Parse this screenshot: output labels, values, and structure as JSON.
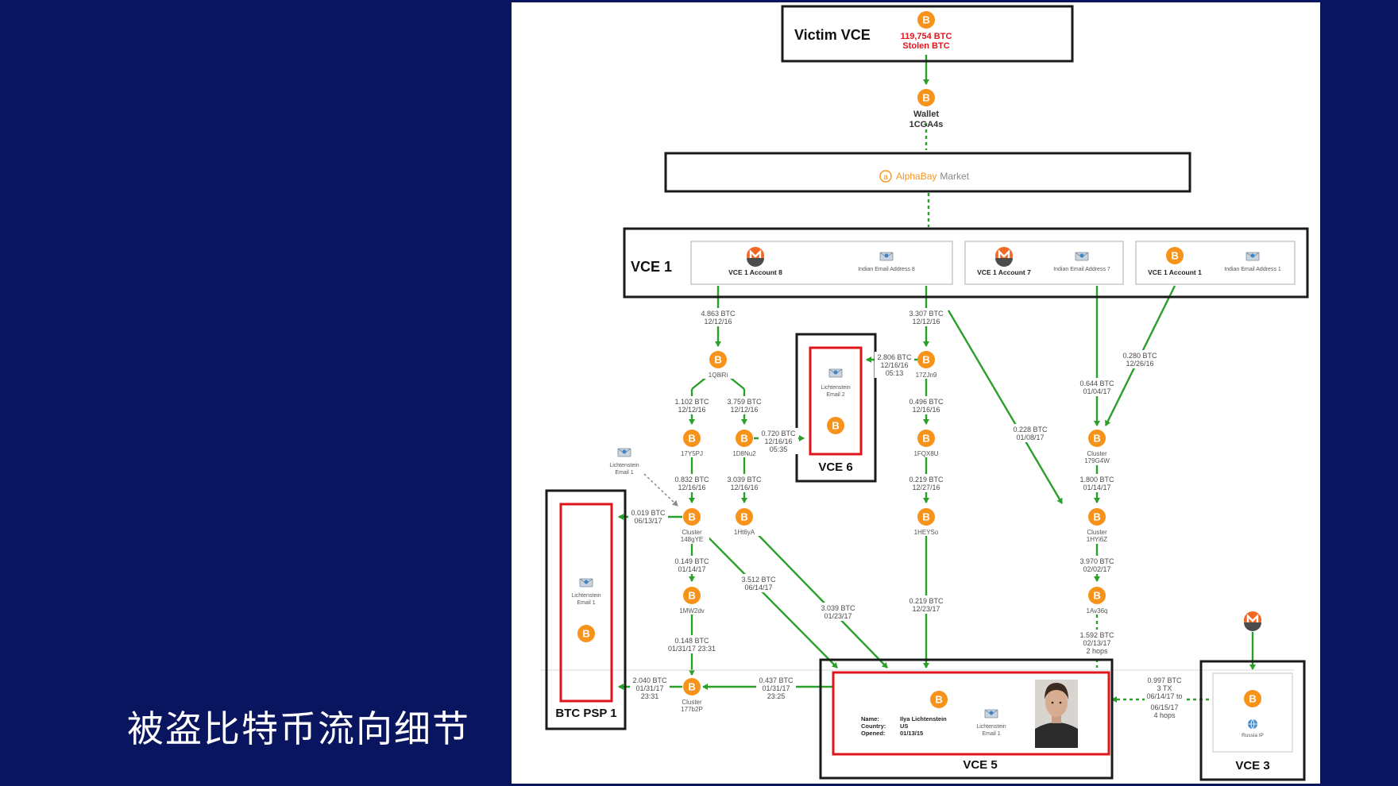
{
  "slide": {
    "caption": "被盗比特币流向细节",
    "background": "#0a1560"
  },
  "diagram": {
    "victim": {
      "title": "Victim VCE",
      "amount": "119,754 BTC",
      "sub": "Stolen BTC"
    },
    "wallet": {
      "label": "Wallet",
      "id": "1CGA4s"
    },
    "market": {
      "name": "AlphaBay",
      "suffix": "Market"
    },
    "vce1": {
      "title": "VCE 1",
      "accounts": [
        {
          "name": "VCE 1 Account 8",
          "email": "Indian Email Address 8"
        },
        {
          "name": "VCE 1 Account 7",
          "email": "Indian Email Address 7"
        },
        {
          "name": "VCE 1 Account 1",
          "email": "Indian Email Address 1"
        }
      ]
    },
    "vce6": {
      "title": "VCE 6",
      "email": "Lichtenstein",
      "email2": "Email 2"
    },
    "psp": {
      "title": "BTC PSP 1",
      "email": "Lichtenstein",
      "email2": "Email 1"
    },
    "vce5": {
      "title": "VCE 5",
      "name_label": "Name:",
      "name": "Ilya Lichtenstein",
      "country_label": "Country:",
      "country": "US",
      "opened_label": "Opened:",
      "opened": "01/13/15",
      "email": "Lichtenstein",
      "email2": "Email 1"
    },
    "vce3": {
      "title": "VCE 3",
      "sub": "Russia IP"
    },
    "side_email": {
      "line1": "Lichtenstein",
      "line2": "Email 1"
    },
    "nodes": [
      {
        "key": "1q8",
        "l1": "1Q8iRi",
        "l2": ""
      },
      {
        "key": "17z",
        "l1": "17ZJn9",
        "l2": ""
      },
      {
        "key": "17y",
        "l1": "17Y5PJ",
        "l2": ""
      },
      {
        "key": "1d8",
        "l1": "1D8Nu2",
        "l2": ""
      },
      {
        "key": "1fq",
        "l1": "1FQX8U",
        "l2": ""
      },
      {
        "key": "c179",
        "l1": "Cluster",
        "l2": "179G4W"
      },
      {
        "key": "c148",
        "l1": "Cluster",
        "l2": "148gYE"
      },
      {
        "key": "1ht",
        "l1": "1Ht6yA",
        "l2": ""
      },
      {
        "key": "1hey",
        "l1": "1HEYSo",
        "l2": ""
      },
      {
        "key": "c1hy",
        "l1": "Cluster",
        "l2": "1HYi6Z"
      },
      {
        "key": "1mw",
        "l1": "1MW2dv",
        "l2": ""
      },
      {
        "key": "1av",
        "l1": "1Av36q",
        "l2": ""
      },
      {
        "key": "c177",
        "l1": "Cluster",
        "l2": "177b2P"
      }
    ],
    "edges": [
      {
        "l1": "4.863 BTC",
        "l2": "12/12/16",
        "l3": ""
      },
      {
        "l1": "3.307 BTC",
        "l2": "12/12/16",
        "l3": ""
      },
      {
        "l1": "2.806 BTC",
        "l2": "12/16/16",
        "l3": "05:13"
      },
      {
        "l1": "0.644 BTC",
        "l2": "01/04/17",
        "l3": ""
      },
      {
        "l1": "0.280 BTC",
        "l2": "12/26/16",
        "l3": ""
      },
      {
        "l1": "1.102 BTC",
        "l2": "12/12/16",
        "l3": ""
      },
      {
        "l1": "3.759 BTC",
        "l2": "12/12/16",
        "l3": ""
      },
      {
        "l1": "0.496 BTC",
        "l2": "12/16/16",
        "l3": ""
      },
      {
        "l1": "0.720 BTC",
        "l2": "12/16/16",
        "l3": "05:35"
      },
      {
        "l1": "0.228 BTC",
        "l2": "01/08/17",
        "l3": ""
      },
      {
        "l1": "0.832 BTC",
        "l2": "12/16/16",
        "l3": ""
      },
      {
        "l1": "3.039 BTC",
        "l2": "12/16/16",
        "l3": ""
      },
      {
        "l1": "0.219 BTC",
        "l2": "12/27/16",
        "l3": ""
      },
      {
        "l1": "1.800 BTC",
        "l2": "01/14/17",
        "l3": ""
      },
      {
        "l1": "0.019 BTC",
        "l2": "06/13/17",
        "l3": ""
      },
      {
        "l1": "0.149 BTC",
        "l2": "01/14/17",
        "l3": ""
      },
      {
        "l1": "3.512 BTC",
        "l2": "06/14/17",
        "l3": ""
      },
      {
        "l1": "3.039 BTC",
        "l2": "01/23/17",
        "l3": ""
      },
      {
        "l1": "0.219 BTC",
        "l2": "12/23/17",
        "l3": ""
      },
      {
        "l1": "3.970 BTC",
        "l2": "02/02/17",
        "l3": ""
      },
      {
        "l1": "0.148 BTC",
        "l2": "01/31/17 23:31",
        "l3": ""
      },
      {
        "l1": "1.592 BTC",
        "l2": "02/13/17",
        "l3": "2 hops"
      },
      {
        "l1": "2.040 BTC",
        "l2": "01/31/17",
        "l3": "23:31"
      },
      {
        "l1": "0.437 BTC",
        "l2": "01/31/17",
        "l3": "23:25"
      },
      {
        "l1": "0.997 BTC",
        "l2": "3 TX",
        "l3": "06/14/17 to"
      },
      {
        "l1": "06/15/17",
        "l2": "4 hops",
        "l3": ""
      }
    ],
    "colors": {
      "flow": "#2aa02a",
      "bitcoin": "#f7931a",
      "monero": "#f26822",
      "highlight": "#e0151b",
      "stolen": "#e0151b"
    },
    "icons": [
      "bitcoin-icon",
      "monero-icon",
      "email-icon",
      "photo-portrait",
      "globe-icon"
    ]
  }
}
